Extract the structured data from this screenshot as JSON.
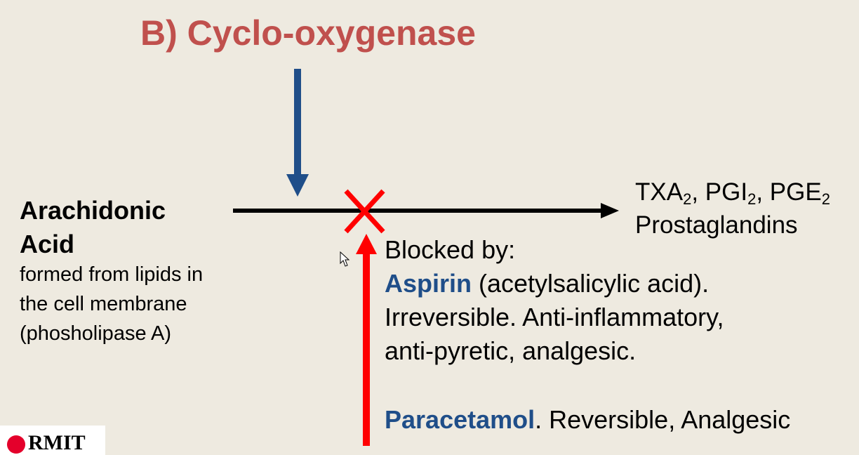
{
  "title": "B) Cyclo-oxygenase",
  "source": {
    "name_line1": "Arachidonic",
    "name_line2": "Acid",
    "desc_line1": "formed from lipids in",
    "desc_line2": "the cell membrane",
    "desc_line3": "(phosholipase A)"
  },
  "products": {
    "txa": "TXA",
    "txa_sub": "2",
    "pgi": "PGI",
    "pgi_sub": "2",
    "pge": "PGE",
    "pge_sub": "2",
    "sep": ", ",
    "label": "Prostaglandins"
  },
  "blocked": {
    "heading": "Blocked by:",
    "aspirin_name": "Aspirin",
    "aspirin_rest": " (acetylsalicylic acid).",
    "line3": "Irreversible. Anti-inflammatory,",
    "line4": "anti-pyretic, analgesic.",
    "paracetamol_name": "Paracetamol",
    "paracetamol_rest": ". Reversible, Analgesic"
  },
  "logo": {
    "text": "RMIT"
  },
  "colors": {
    "title": "#c0504d",
    "drug": "#1f4e89",
    "blue_arrow": "#1f4e89",
    "red": "#ff0000",
    "background": "#eeeae0"
  }
}
